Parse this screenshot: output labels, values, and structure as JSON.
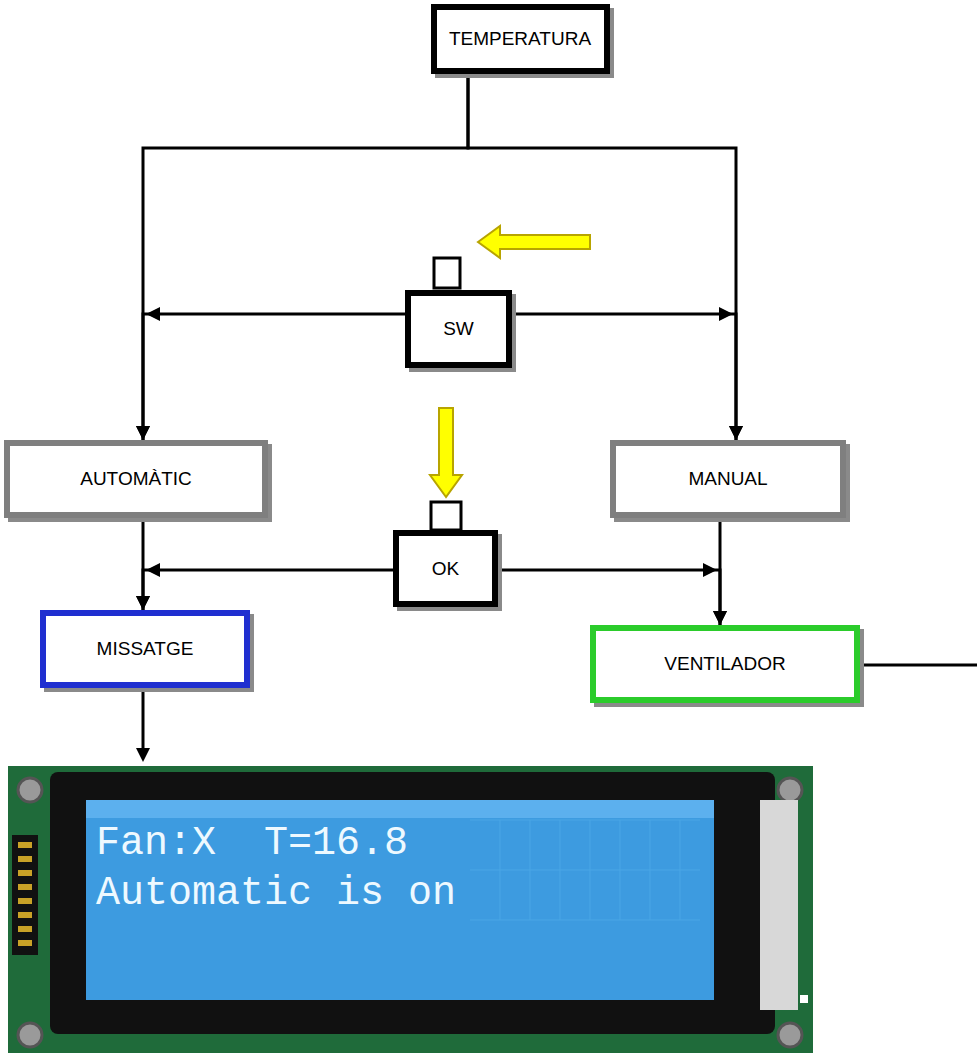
{
  "diagram": {
    "nodes": [
      {
        "text": [
          "TEMPERATURA"
        ]
      },
      {
        "text": [
          "SW"
        ]
      },
      {
        "text": [
          "AUTOMÀTIC"
        ]
      },
      {
        "text": [
          "MANUAL"
        ]
      },
      {
        "text": [
          "OK"
        ]
      },
      {
        "text": [
          "MISSATGE"
        ]
      },
      {
        "text": [
          "VENTILADOR"
        ]
      }
    ],
    "edges": [
      {
        "from": 0,
        "to": 2,
        "arrow": "to"
      },
      {
        "from": 0,
        "to": 3,
        "arrow": "to"
      },
      {
        "from": 1,
        "to": 2,
        "arrow": "to"
      },
      {
        "from": 1,
        "to": 3,
        "arrow": "to"
      },
      {
        "from": 2,
        "to": 5,
        "arrow": "to"
      },
      {
        "from": 4,
        "to": 5,
        "arrow": "to"
      },
      {
        "from": 3,
        "to": 6,
        "arrow": "to"
      },
      {
        "from": 4,
        "to": 6,
        "arrow": "to"
      }
    ],
    "labels": [
      "Fan:X  T=16.8",
      "Automatic is on"
    ]
  }
}
